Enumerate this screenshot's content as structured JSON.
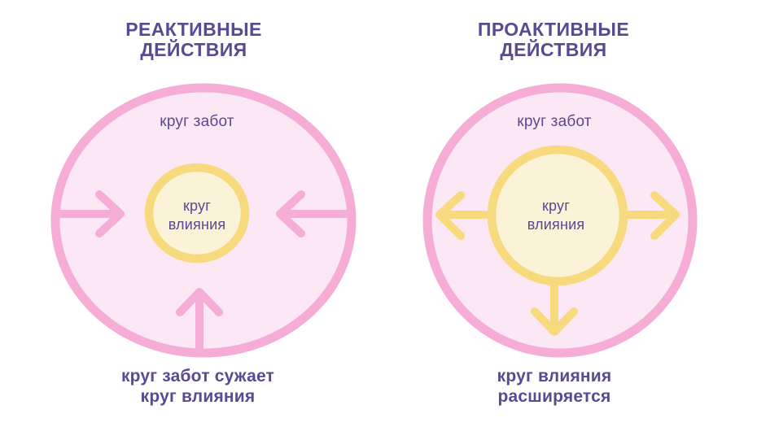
{
  "colors": {
    "purple": "#584A93",
    "pink": "#F6ADD5",
    "pink_fill": "#FCE7F4",
    "yellow": "#F8DA7E",
    "yellow_fill": "#FBF3D7",
    "background": "#FFFFFF"
  },
  "left": {
    "title_line1": "РЕАКТИВНЫЕ",
    "title_line2": "ДЕЙСТВИЯ",
    "outer_label": "круг забот",
    "inner_label_line1": "круг",
    "inner_label_line2": "влияния",
    "caption_line1": "круг забот сужает",
    "caption_line2": "круг влияния",
    "arrows_direction": "inward"
  },
  "right": {
    "title_line1": "ПРОАКТИВНЫЕ",
    "title_line2": "ДЕЙСТВИЯ",
    "outer_label": "круг забот",
    "inner_label_line1": "круг",
    "inner_label_line2": "влияния",
    "caption_line1": "круг влияния",
    "caption_line2": "расширяется",
    "arrows_direction": "outward"
  }
}
